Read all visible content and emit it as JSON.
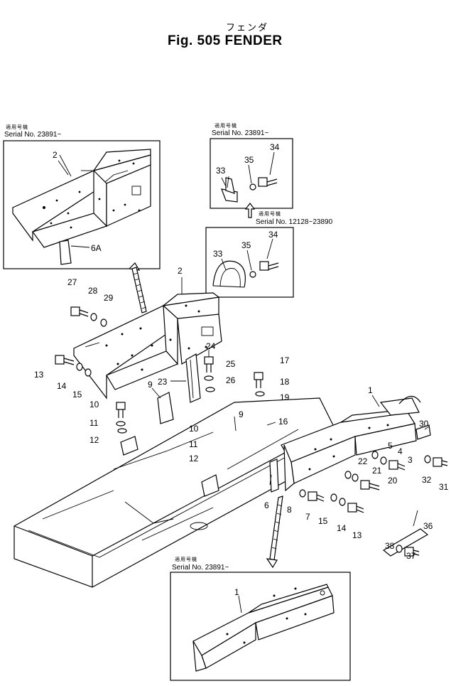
{
  "header": {
    "title_jp": "フェンダ",
    "title": "Fig. 505 FENDER"
  },
  "insets": {
    "top_left": {
      "applicable_jp": "適用号機",
      "serial": "Serial No. 23891~"
    },
    "top_right_upper": {
      "applicable_jp": "適用号機",
      "serial": "Serial No. 23891~"
    },
    "top_right_lower": {
      "applicable_jp": "適用号機",
      "serial": "Serial No. 12128~23890"
    },
    "bottom": {
      "applicable_jp": "適用号機",
      "serial": "Serial No. 23891~"
    }
  },
  "callouts": [
    "2",
    "6A",
    "34",
    "35",
    "33",
    "34",
    "35",
    "33",
    "2",
    "27",
    "28",
    "29",
    "13",
    "14",
    "15",
    "24",
    "25",
    "26",
    "23",
    "9",
    "10",
    "11",
    "12",
    "9",
    "10",
    "11",
    "12",
    "17",
    "18",
    "19",
    "16",
    "1",
    "30",
    "5",
    "4",
    "3",
    "22",
    "21",
    "20",
    "32",
    "31",
    "6",
    "8",
    "7",
    "15",
    "14",
    "13",
    "36",
    "38",
    "37",
    "1"
  ]
}
